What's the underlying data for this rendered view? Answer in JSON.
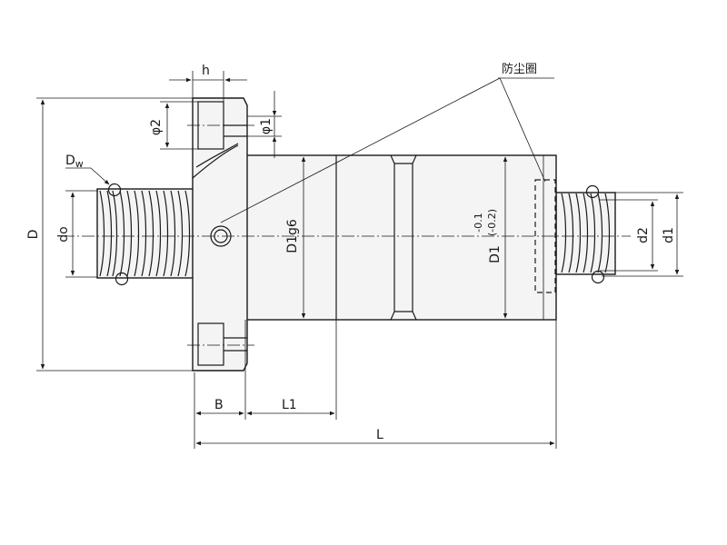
{
  "labels": {
    "h": "h",
    "phi2": "φ2",
    "phi1": "φ1",
    "dust_ring": "防尘圈",
    "Dw_main": "D",
    "Dw_sub": "w",
    "D": "D",
    "do": "do",
    "D1g6": "D1g6",
    "D1_main": "D1",
    "D1_tol_upper": "-0.1",
    "D1_tol_lower": "(-0.2)",
    "d2": "d2",
    "d1": "d1",
    "B": "B",
    "L1": "L1",
    "L": "L"
  },
  "colors": {
    "line": "#1a1a1a",
    "fill": "#f4f4f4",
    "background": "#ffffff"
  }
}
